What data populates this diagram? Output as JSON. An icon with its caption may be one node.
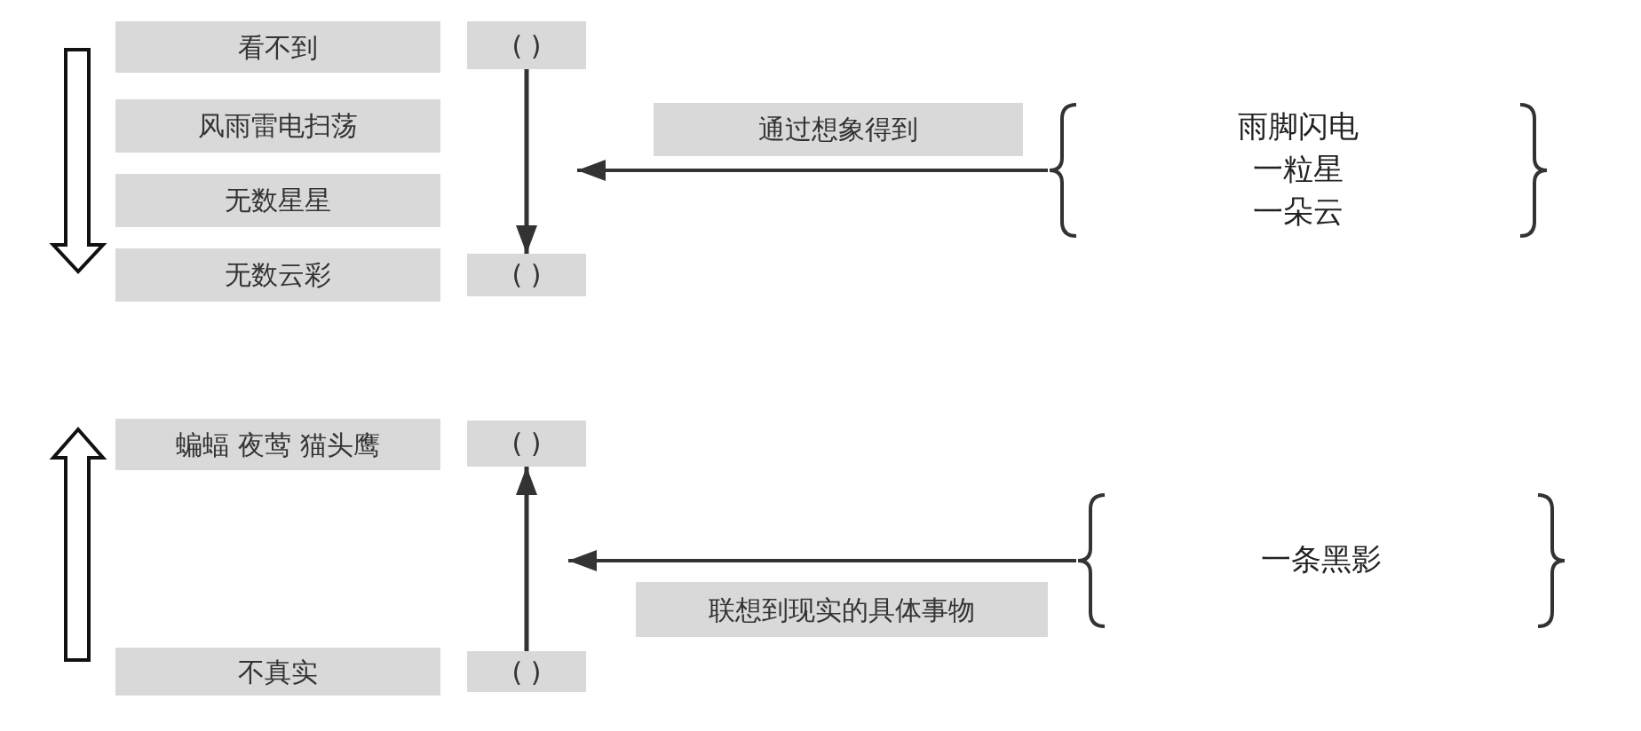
{
  "diagram": {
    "nodes": [
      {
        "text": [
          "看不到"
        ]
      },
      {
        "text": [
          "( )"
        ]
      },
      {
        "text": [
          "风雨雷电扫荡"
        ]
      },
      {
        "text": [
          "通过想象得到"
        ]
      },
      {
        "text": [
          "雨脚闪电",
          "一粒星",
          "一朵云"
        ]
      },
      {
        "text": [
          "无数星星"
        ]
      },
      {
        "text": [
          "无数云彩"
        ]
      },
      {
        "text": [
          "( )"
        ]
      },
      {
        "text": [
          "蝙蝠 夜莺 猫头鹰"
        ]
      },
      {
        "text": [
          "( )"
        ]
      },
      {
        "text": [
          "一条黑影"
        ]
      },
      {
        "text": [
          "联想到现实的具体事物"
        ]
      },
      {
        "text": [
          "不真实"
        ]
      },
      {
        "text": [
          "( )"
        ]
      }
    ],
    "edges": [
      {
        "from": 1,
        "to": 7,
        "arrow": "to"
      },
      {
        "from": 4,
        "to": null,
        "arrow": "to"
      },
      {
        "from": 13,
        "to": 9,
        "arrow": "to"
      },
      {
        "from": 10,
        "to": null,
        "arrow": "to"
      }
    ]
  }
}
